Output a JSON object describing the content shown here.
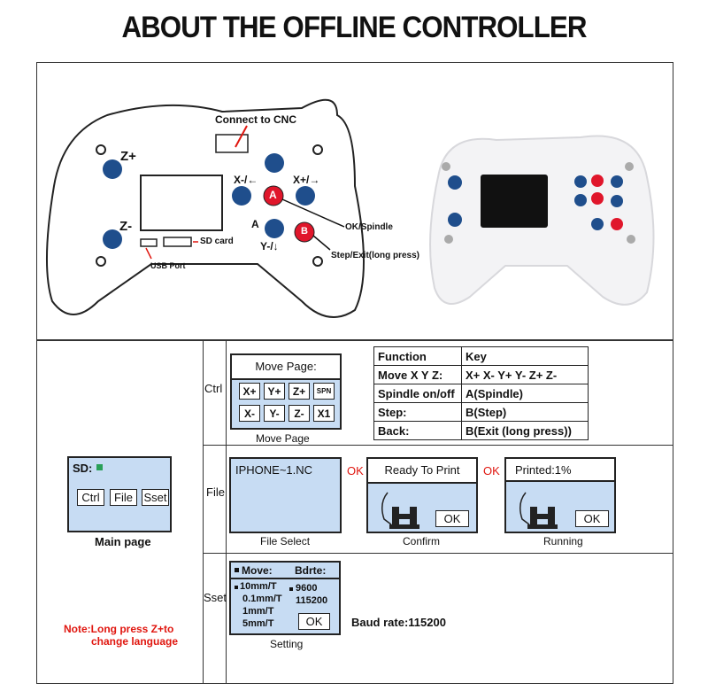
{
  "title": "ABOUT THE OFFLINE CONTROLLER",
  "diagram": {
    "connect": "Connect to CNC",
    "z_plus": "Z+",
    "z_minus": "Z-",
    "x_minus": "X-/←",
    "x_plus": "X+/→",
    "a_label": "A",
    "y_minus": "Y-/↓",
    "btn_a": "A",
    "btn_b": "B",
    "ok_spindle": "OK/Spindle",
    "step_exit": "Step/Exit(long press)",
    "sd_card": "SD card",
    "usb_port": "USB Port"
  },
  "main_page": {
    "sd": "SD:",
    "buttons": [
      "Ctrl",
      "File",
      "Sset"
    ],
    "caption": "Main page",
    "note_line1": "Note:Long press Z+to",
    "note_line2": "change language"
  },
  "rows": {
    "ctrl": "Ctrl",
    "file": "File",
    "sset": "Sset"
  },
  "move_page": {
    "header": "Move Page:",
    "row1": [
      "X+",
      "Y+",
      "Z+",
      "SPN"
    ],
    "row2": [
      "X-",
      "Y-",
      "Z-",
      "X1"
    ],
    "caption": "Move Page"
  },
  "function_table": {
    "headers": [
      "Function",
      "Key"
    ],
    "rows": [
      [
        "Move X Y Z:",
        "X+   X-   Y+   Y-   Z+   Z-"
      ],
      [
        "Spindle on/off",
        "A(Spindle)"
      ],
      [
        "Step:",
        "B(Step)"
      ],
      [
        "Back:",
        "B(Exit (long press))"
      ]
    ]
  },
  "file_row": {
    "file_name": "IPHONE~1.NC",
    "file_caption": "File Select",
    "ok1": "OK",
    "confirm_header": "Ready To Print",
    "confirm_ok": "OK",
    "confirm_caption": "Confirm",
    "ok2": "OK",
    "running_header": "Printed:1%",
    "running_ok": "OK",
    "running_caption": "Running"
  },
  "setting": {
    "move": "Move:",
    "bdrte": "Bdrte:",
    "moves": [
      "10mm/T",
      "0.1mm/T",
      "1mm/T",
      "5mm/T"
    ],
    "bauds": [
      "9600",
      "115200"
    ],
    "ok": "OK",
    "caption": "Setting",
    "baud_note": "Baud rate:115200"
  },
  "colors": {
    "button_blue": "#1f4e8c",
    "button_red": "#e0162b",
    "lcd": "#c7dcf3",
    "note_red": "#e0160f"
  }
}
